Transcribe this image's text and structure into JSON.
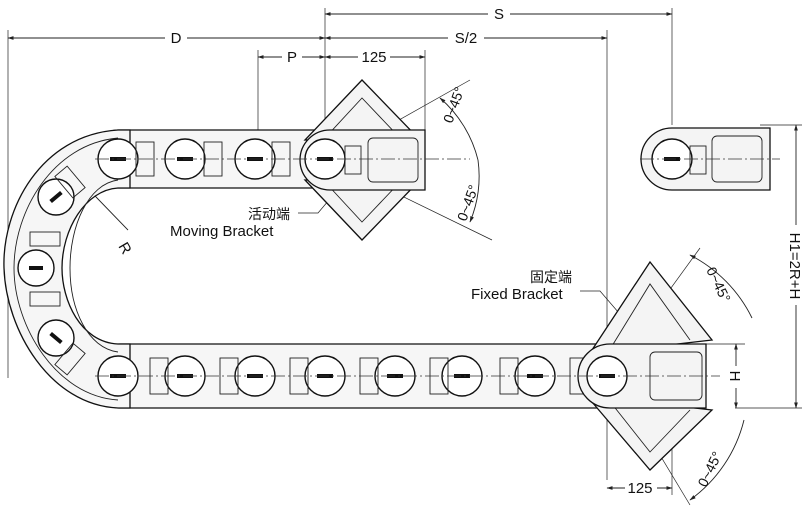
{
  "labels": {
    "D": "D",
    "S": "S",
    "S2": "S/2",
    "P": "P",
    "d125_top": "125",
    "d125_bottom": "125",
    "R": "R",
    "H": "H",
    "H2R": "H1=2R+H",
    "angle_1": "0~45°",
    "angle_2": "0~45°",
    "angle_3": "0~45°",
    "angle_4": "0~45°",
    "moving_cn": "活动端",
    "moving_en": "Moving Bracket",
    "fixed_cn": "固定端",
    "fixed_en": "Fixed Bracket"
  }
}
